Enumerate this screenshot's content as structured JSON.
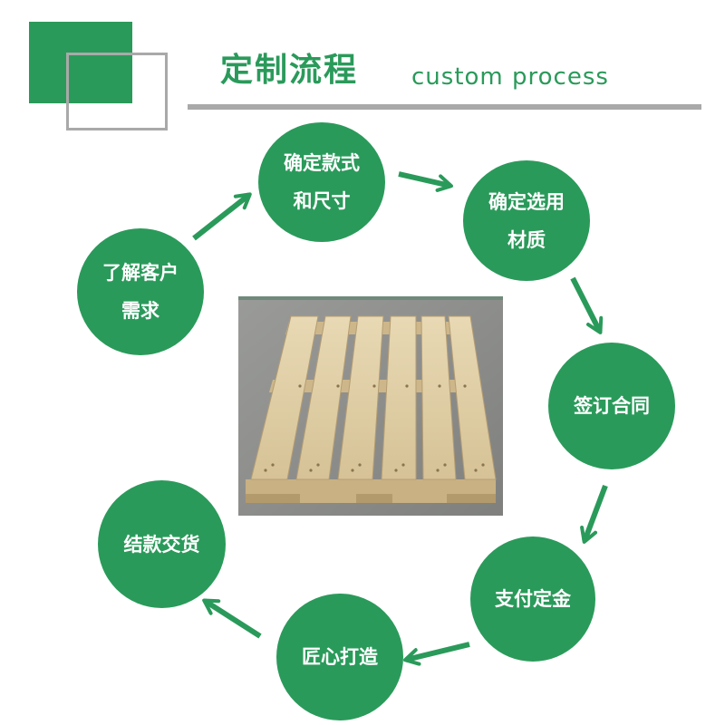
{
  "header": {
    "title_cn": "定制流程",
    "title_en": "custom process"
  },
  "colors": {
    "accent": "#2a9a5a",
    "gray": "#a9a9a9",
    "text_on_accent": "#ffffff"
  },
  "steps": [
    {
      "label": "了解客户\n需求"
    },
    {
      "label": "确定款式\n和尺寸"
    },
    {
      "label": "确定选用\n材质"
    },
    {
      "label": "签订合同"
    },
    {
      "label": "支付定金"
    },
    {
      "label": "匠心打造"
    },
    {
      "label": "结款交货"
    }
  ],
  "center_image": {
    "subject": "wooden-pallet"
  }
}
